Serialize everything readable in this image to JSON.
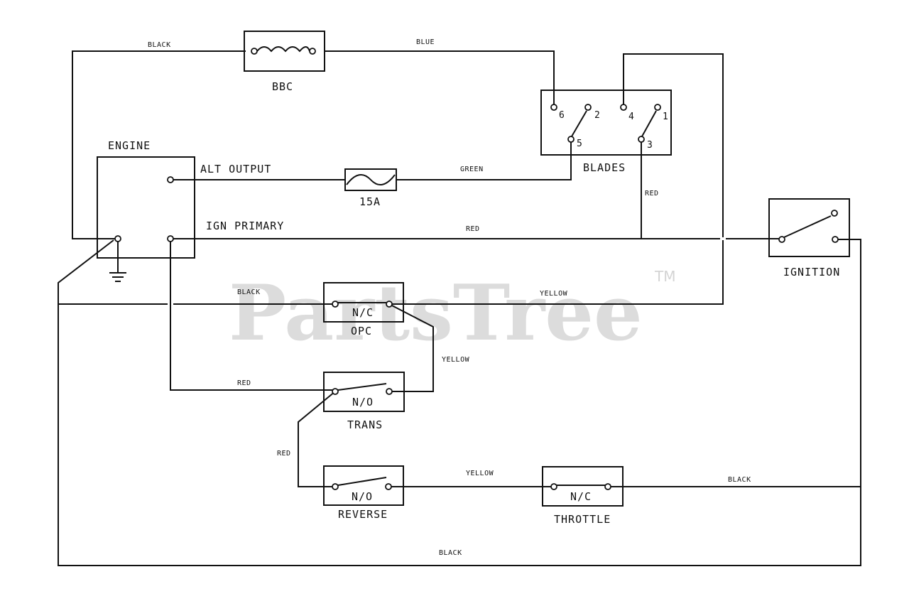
{
  "watermark": {
    "text": "PartsTree",
    "tm": "TM"
  },
  "components": {
    "engine": "ENGINE",
    "alt_output": "ALT OUTPUT",
    "ign_primary": "IGN PRIMARY",
    "bbc": "BBC",
    "fuse": "15A",
    "blades": "BLADES",
    "ignition": "IGNITION",
    "opc": "OPC",
    "opc_state": "N/C",
    "trans": "TRANS",
    "trans_state": "N/O",
    "reverse": "REVERSE",
    "reverse_state": "N/O",
    "throttle": "THROTTLE",
    "throttle_state": "N/C"
  },
  "blades_terminals": {
    "t6": "6",
    "t2": "2",
    "t4": "4",
    "t1": "1",
    "t5": "5",
    "t3": "3"
  },
  "wires": {
    "black_top": "BLACK",
    "blue": "BLUE",
    "green": "GREEN",
    "red_blades": "RED",
    "red_main": "RED",
    "black_opc": "BLACK",
    "yellow_opc": "YELLOW",
    "yellow_trans": "YELLOW",
    "red_trans": "RED",
    "red_reverse": "RED",
    "yellow_reverse": "YELLOW",
    "black_throttle": "BLACK",
    "black_bottom": "BLACK"
  }
}
